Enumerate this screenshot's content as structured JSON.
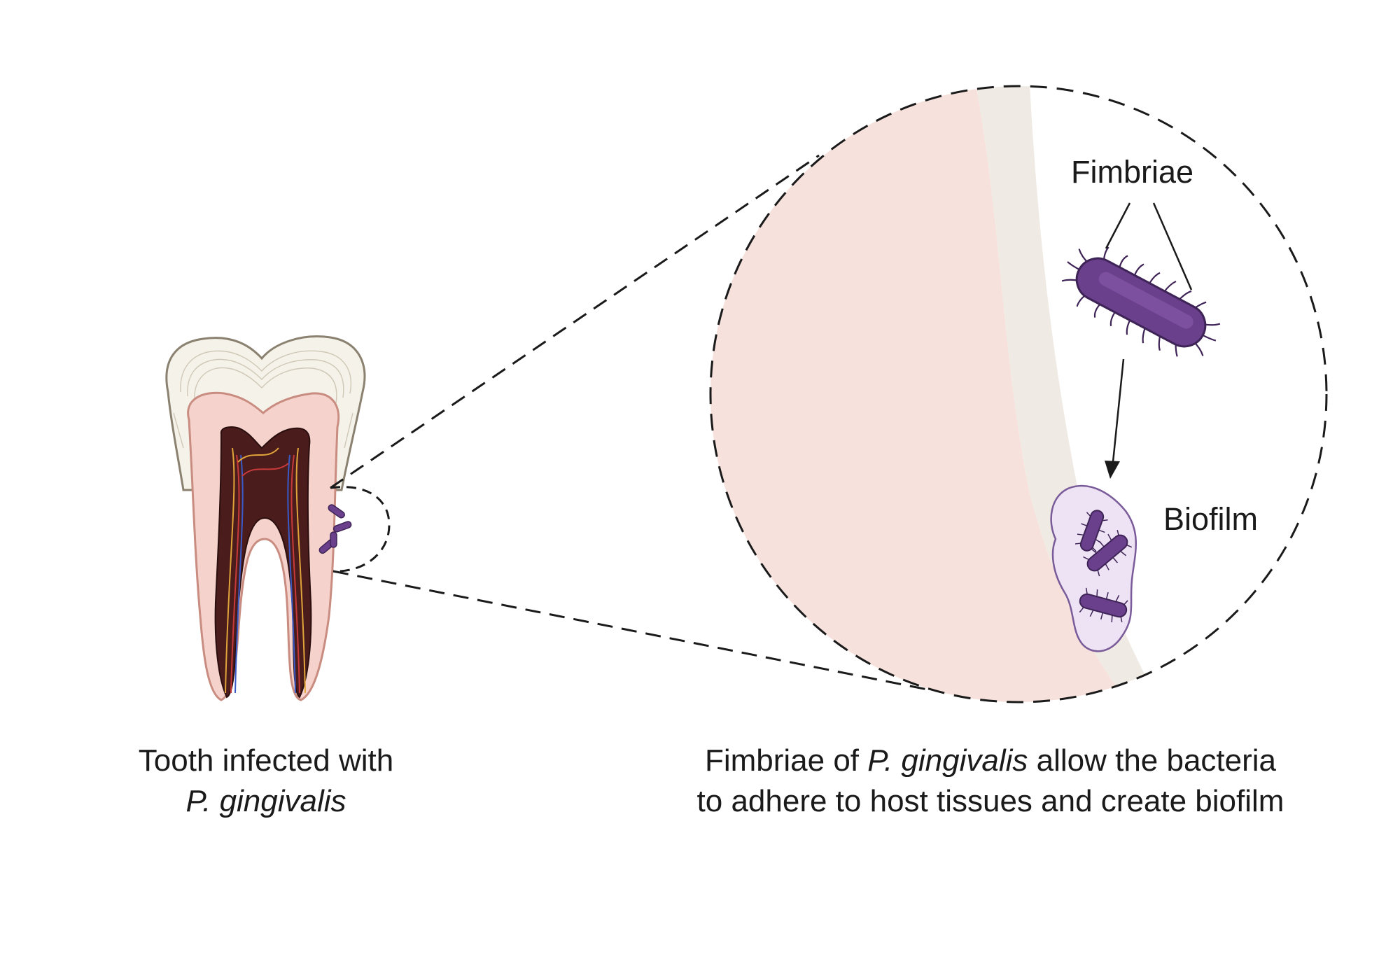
{
  "labels": {
    "fimbriae": "Fimbriae",
    "biofilm": "Biofilm"
  },
  "captions": {
    "left": {
      "line1": "Tooth infected with",
      "species": "P. gingivalis"
    },
    "right": {
      "prefix": "Fimbriae of",
      "species": "P. gingivalis",
      "suffix": "allow the bacteria",
      "line2": "to adhere to host tissues and create biofilm"
    }
  },
  "colors": {
    "tissue": "#f7e1dc",
    "enamel_layer": "#efebe4",
    "bacterium": "#6a3f8c",
    "biofilm": "#ede3f4",
    "pulp": "#4a1c1c"
  }
}
